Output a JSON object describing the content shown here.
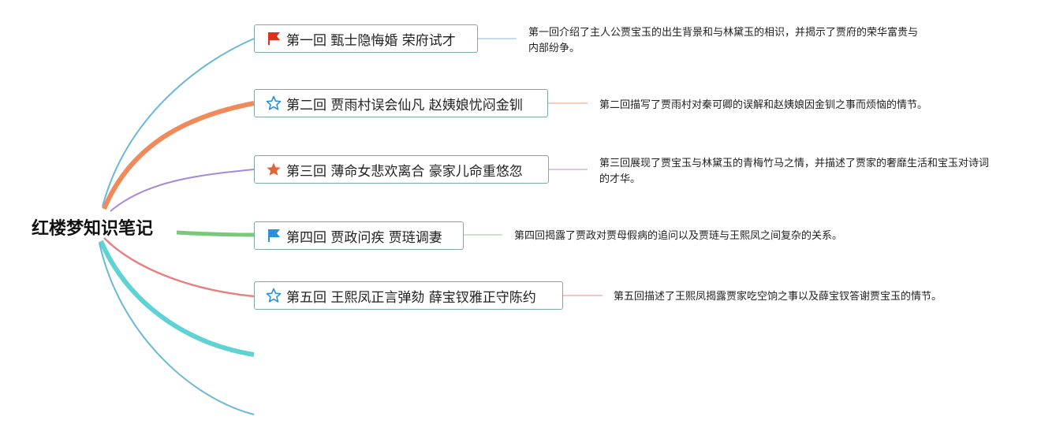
{
  "root": {
    "title": "红楼梦知识笔记"
  },
  "chapters": [
    {
      "title": "第一回 甄士隐悔婚 荣府试才",
      "icon": "red-flag-icon",
      "color": "#6bb8d6",
      "description": "第一回介绍了主人公贾宝玉的出生背景和与林黛玉的相识，并揭示了贾府的荣华富贵与内部纷争。"
    },
    {
      "title": "第二回 贾雨村误会仙凡 赵姨娘忧闷金钏",
      "icon": "blue-star-outline-icon",
      "color": "#f08a5a",
      "description": "第二回描写了贾雨村对秦可卿的误解和赵姨娘因金钏之事而烦恼的情节。"
    },
    {
      "title": "第三回 薄命女悲欢离合 豪家儿命重悠忽",
      "icon": "orange-star-icon",
      "color": "#a88ad6",
      "description": "第三回展现了贾宝玉与林黛玉的青梅竹马之情，并描述了贾家的奢靡生活和宝玉对诗词的才华。"
    },
    {
      "title": "第四回 贾政问疾 贾琏调妻",
      "icon": "blue-flag-icon",
      "color": "#79c97a",
      "description": "第四回揭露了贾政对贾母假病的追问以及贾琏与王熙凤之间复杂的关系。"
    },
    {
      "title": "第五回 王熙凤正言弹劾 薛宝钗雅正守陈约",
      "icon": "blue-star-outline-icon",
      "color": "#e88080",
      "description": "第五回描述了王熙凤揭露贾家吃空饷之事以及薛宝钗答谢贾宝玉的情节。"
    }
  ],
  "extra_branches": [
    {
      "color": "#5fd3d3"
    },
    {
      "color": "#6bb8d6"
    }
  ]
}
